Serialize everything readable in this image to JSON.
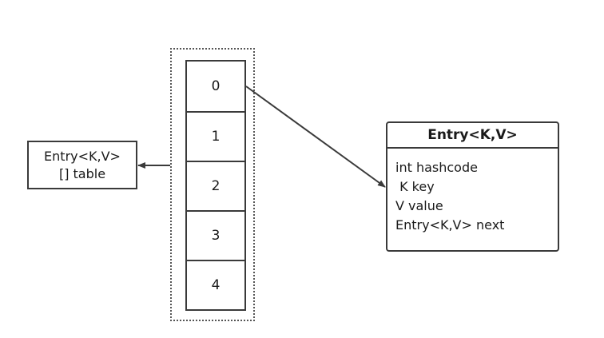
{
  "table_label": {
    "line1": "Entry<K,V>",
    "line2": "[] table"
  },
  "array": {
    "slots": [
      "0",
      "1",
      "2",
      "3",
      "4"
    ]
  },
  "entry": {
    "title": "Entry<K,V>",
    "fields": [
      "int hashcode",
      " K key",
      "V value",
      "Entry<K,V> next"
    ]
  }
}
